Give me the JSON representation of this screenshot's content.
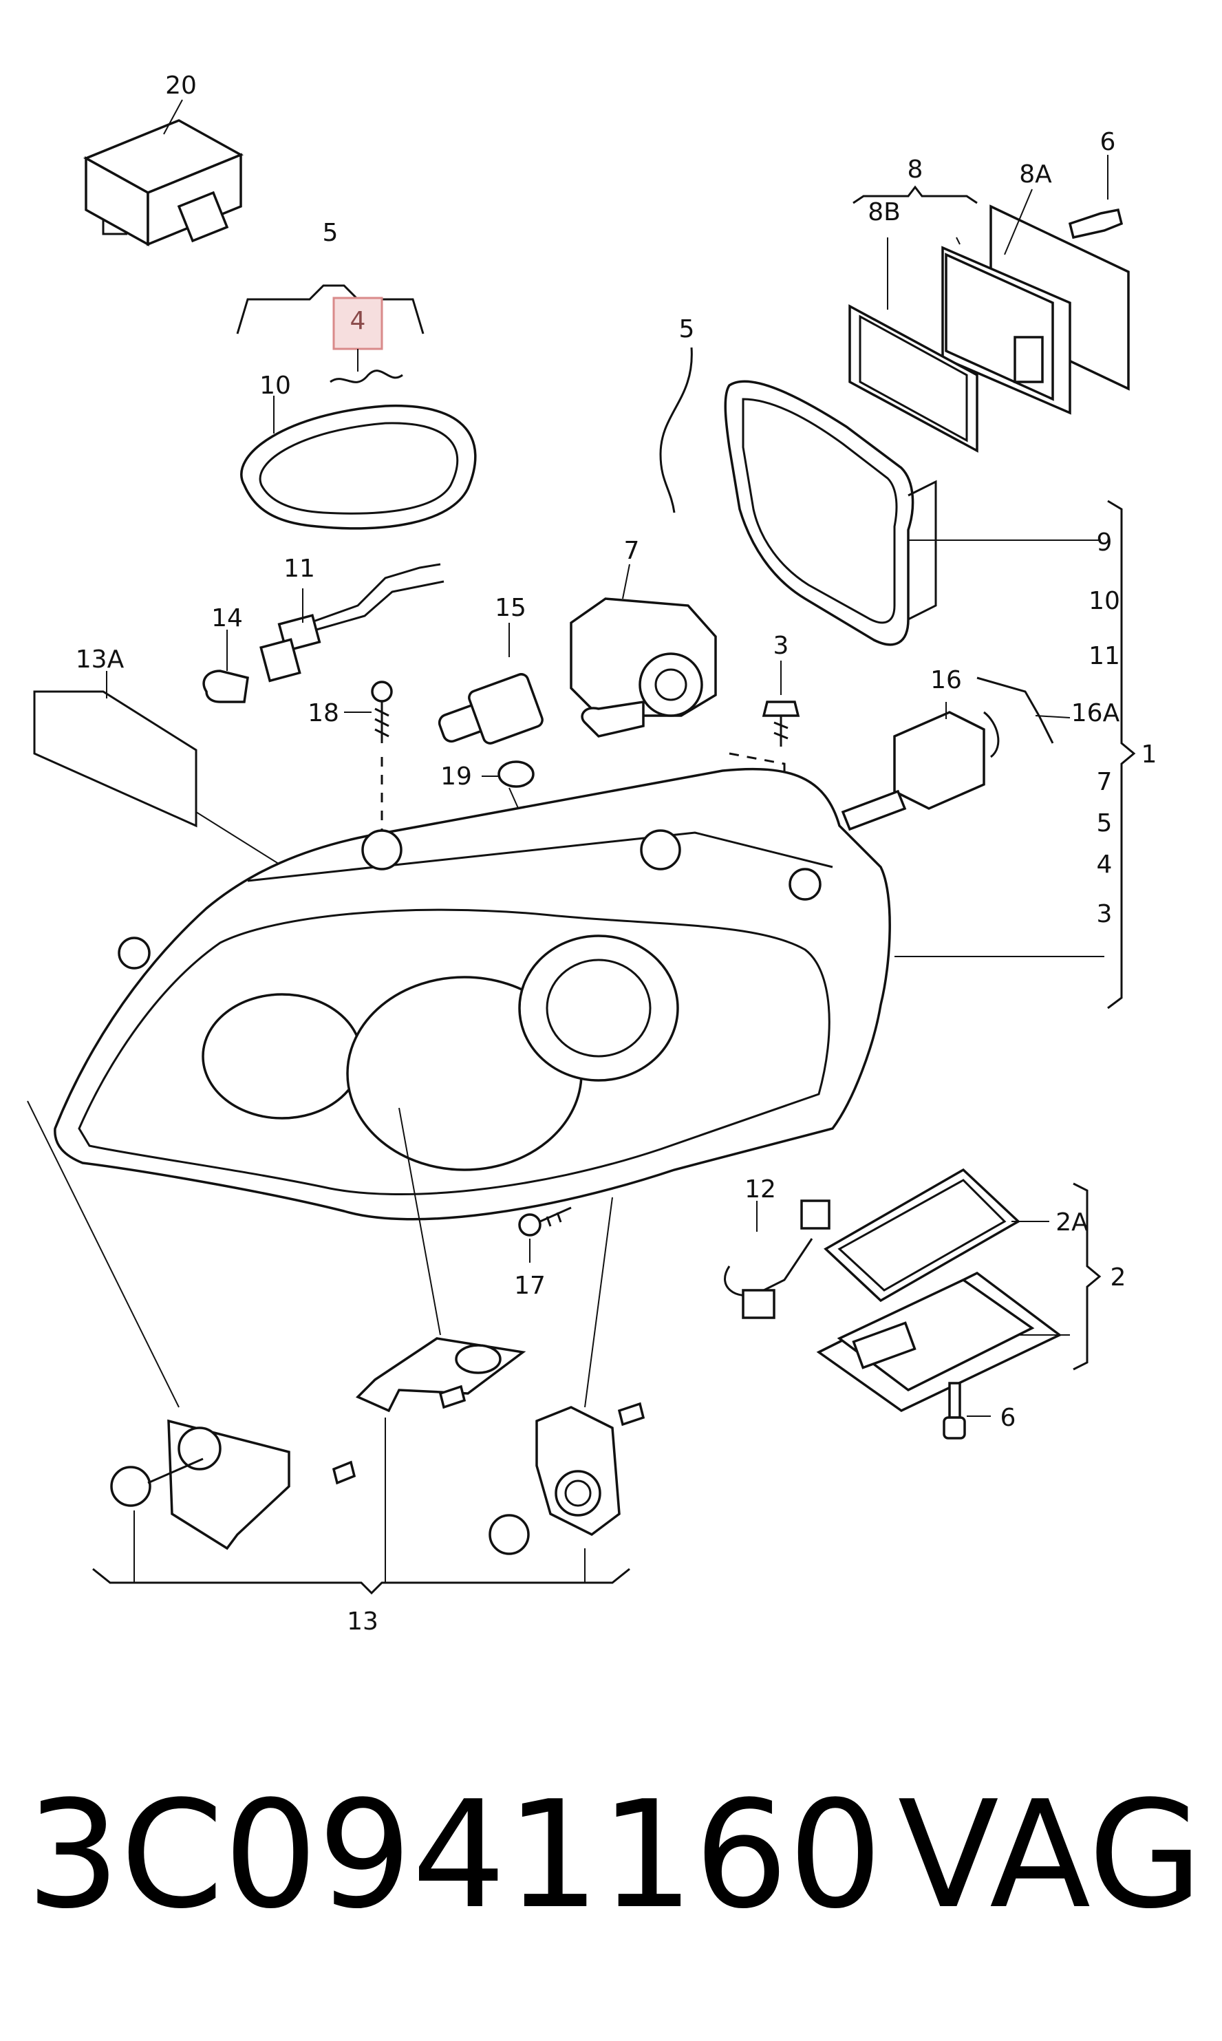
{
  "callouts": {
    "c20": "20",
    "c5a": "5",
    "c4": "4",
    "c10": "10",
    "c11": "11",
    "c14": "14",
    "c13a": "13A",
    "c18": "18",
    "c15": "15",
    "c7": "7",
    "c19": "19",
    "c3": "3",
    "c8": "8",
    "c8a": "8A",
    "c8b": "8B",
    "c6a": "6",
    "c5b": "5",
    "c9": "9",
    "c16": "16",
    "c16a": "16A",
    "c17": "17",
    "c12": "12",
    "c2a": "2A",
    "c2": "2",
    "c6b": "6",
    "c13": "13"
  },
  "parts_list": [
    "9",
    "10",
    "11",
    "1",
    "7",
    "5",
    "4",
    "3"
  ],
  "footer": {
    "part_number": "3C0941160",
    "brand": "VAG"
  },
  "colors": {
    "line": "#111111",
    "highlight_fill": "#f6dede",
    "highlight_stroke": "#d98a8a"
  }
}
